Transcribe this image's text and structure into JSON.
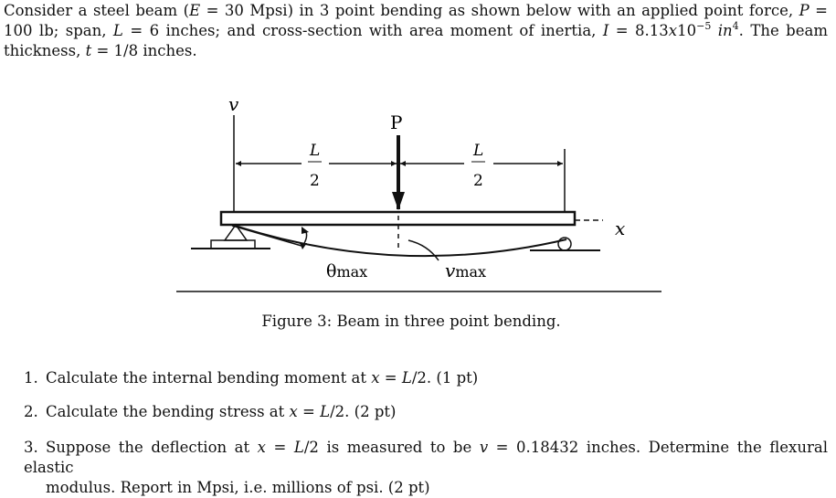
{
  "problem": {
    "p1": "Consider a steel beam (",
    "p1_E": "E",
    "p1_eq": " = 30 Mpsi) in 3 point bending as shown below with an applied point force, ",
    "p1_P": "P",
    "p1_Pv": " = 100 lb; span, ",
    "p1_L": "L",
    "p1_Lv": " = 6 inches; and cross-section with area moment of inertia, ",
    "p1_I": "I",
    "p1_Iv": " = 8.13",
    "p1_x": "x",
    "p1_10": "10",
    "p1_exp": "−5",
    "p1_in": " in",
    "p1_in_exp": "4",
    "p1_rest": ". The beam thickness, ",
    "p1_t": "t",
    "p1_tv": " = 1/8 inches."
  },
  "figure": {
    "v_label": "v",
    "P_label": "P",
    "L_top": "L",
    "two": "2",
    "x_label": "x",
    "theta_label": "θ",
    "theta_sub": "max",
    "vmax_label": "v",
    "vmax_sub": "max",
    "caption": "Figure 3: Beam in three point bending."
  },
  "questions": [
    {
      "num": "1.",
      "a": "Calculate the internal bending moment at ",
      "var": "x",
      "b": " = ",
      "c": "L",
      "d": "/2. (1 pt)"
    },
    {
      "num": "2.",
      "a": "Calculate the bending stress at ",
      "var": "x",
      "b": " = ",
      "c": "L",
      "d": "/2. (2 pt)"
    },
    {
      "num": "3.",
      "a": "Suppose the deflection at ",
      "var": "x",
      "b": " = ",
      "c": "L",
      "d": "/2 is measured to be ",
      "v": "v",
      "e": " = 0.18432 inches. Determine the flexural elastic",
      "line2": "modulus. Report in Mpsi, i.e. millions of psi. (2 pt)"
    }
  ]
}
